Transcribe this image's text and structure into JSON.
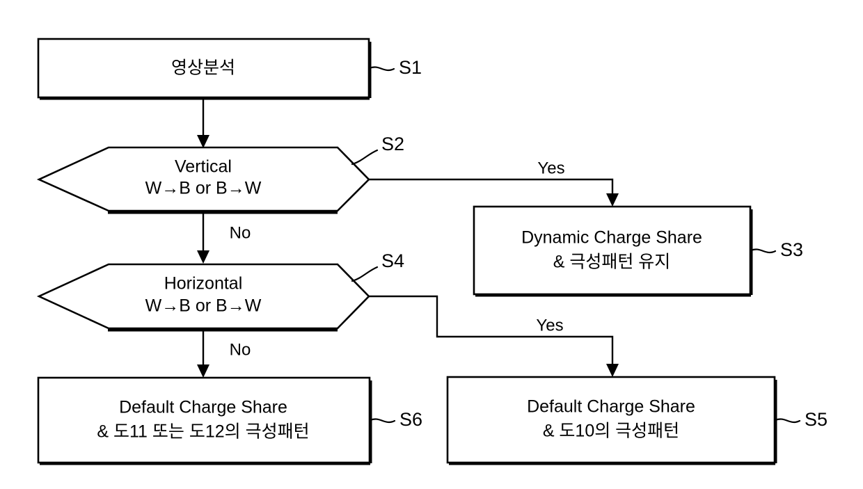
{
  "diagram": {
    "type": "flowchart",
    "title": "",
    "nodes": [
      {
        "id": "S1",
        "shape": "process",
        "lines": [
          "영상분석"
        ],
        "step_label": "S1"
      },
      {
        "id": "S2",
        "shape": "decision-hexagon",
        "lines": [
          "Vertical",
          "W→B or B→W"
        ],
        "step_label": "S2"
      },
      {
        "id": "S3",
        "shape": "process",
        "lines": [
          "Dynamic Charge Share",
          "& 극성패턴 유지"
        ],
        "step_label": "S3"
      },
      {
        "id": "S4",
        "shape": "decision-hexagon",
        "lines": [
          "Horizontal",
          "W→B or B→W"
        ],
        "step_label": "S4"
      },
      {
        "id": "S5",
        "shape": "process",
        "lines": [
          "Default Charge Share",
          "& 도10의 극성패턴"
        ],
        "step_label": "S5"
      },
      {
        "id": "S6",
        "shape": "process",
        "lines": [
          "Default Charge Share",
          "& 도11 또는 도12의 극성패턴"
        ],
        "step_label": "S6"
      }
    ],
    "edges": [
      {
        "id": "e1",
        "from": "S1",
        "to": "S2",
        "label": ""
      },
      {
        "id": "e2",
        "from": "S2",
        "to": "S3",
        "label": "Yes"
      },
      {
        "id": "e3",
        "from": "S2",
        "to": "S4",
        "label": "No"
      },
      {
        "id": "e4",
        "from": "S4",
        "to": "S5",
        "label": "Yes"
      },
      {
        "id": "e5",
        "from": "S4",
        "to": "S6",
        "label": "No"
      }
    ],
    "colors": {
      "stroke": "#000000",
      "fill": "#ffffff",
      "text": "#000000"
    }
  }
}
